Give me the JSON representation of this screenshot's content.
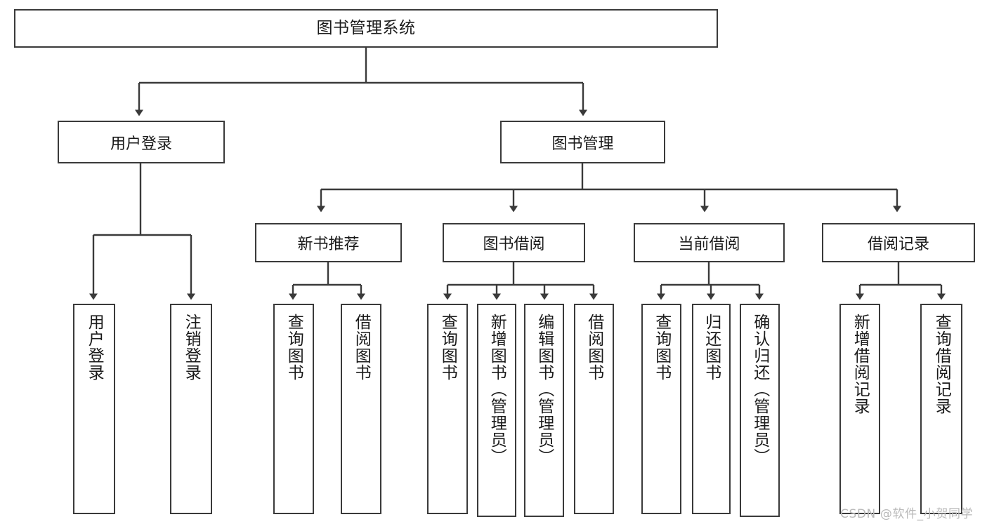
{
  "diagram": {
    "type": "hierarchy-tree",
    "title": "图书管理系统",
    "root": {
      "label": "图书管理系统"
    },
    "level2": [
      {
        "label": "用户登录"
      },
      {
        "label": "图书管理"
      }
    ],
    "level3": [
      {
        "label": "新书推荐"
      },
      {
        "label": "图书借阅"
      },
      {
        "label": "当前借阅"
      },
      {
        "label": "借阅记录"
      }
    ],
    "leaves": {
      "user_login": [
        {
          "label": "用户登录"
        },
        {
          "label": "注销登录"
        }
      ],
      "new_book_recommend": [
        {
          "label": "查询图书"
        },
        {
          "label": "借阅图书"
        }
      ],
      "book_borrow": [
        {
          "label": "查询图书"
        },
        {
          "label": "新增图书（管理员）"
        },
        {
          "label": "编辑图书（管理员）"
        },
        {
          "label": "借阅图书"
        }
      ],
      "current_borrow": [
        {
          "label": "查询图书"
        },
        {
          "label": "归还图书"
        },
        {
          "label": "确认归还（管理员）"
        }
      ],
      "borrow_record": [
        {
          "label": "新增借阅记录"
        },
        {
          "label": "查询借阅记录"
        }
      ]
    },
    "watermark": "CSDN @软件_小贺同学",
    "colors": {
      "stroke": "#3a3a3a",
      "fill": "#ffffff",
      "text": "#1a1a1a",
      "watermark": "#b9b9b9"
    }
  }
}
